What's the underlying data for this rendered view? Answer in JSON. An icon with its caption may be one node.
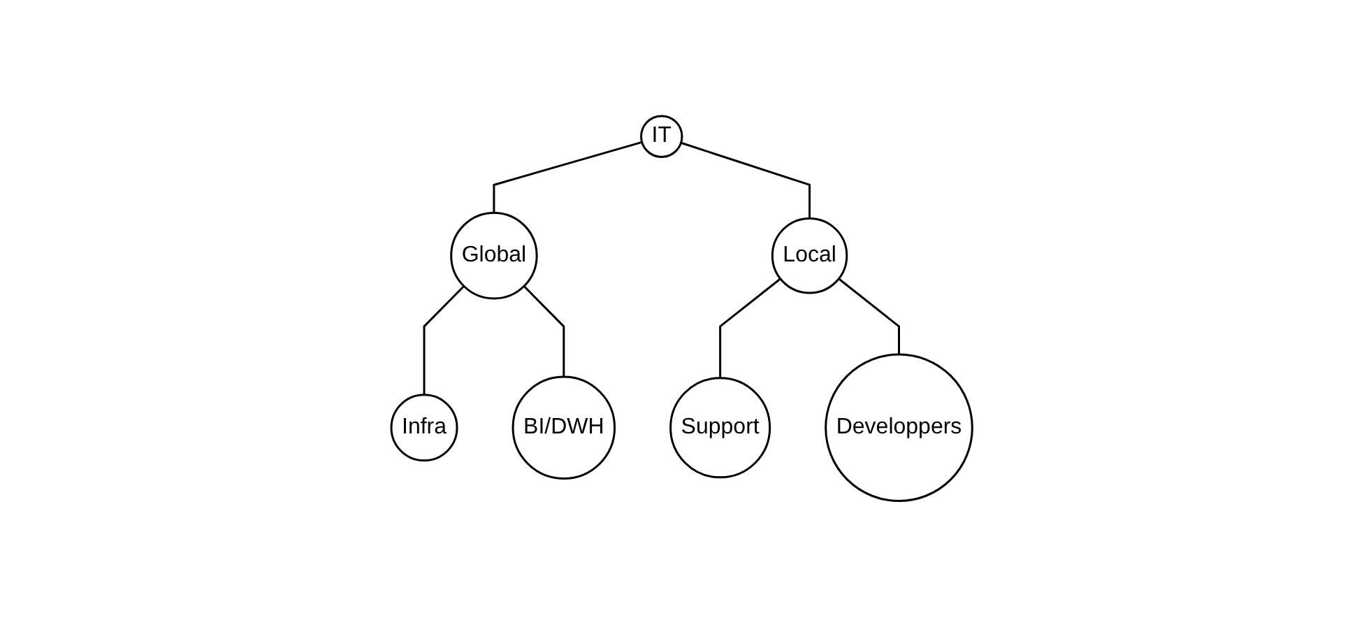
{
  "diagram": {
    "nodes": [
      {
        "text": [
          "IT"
        ]
      },
      {
        "text": [
          "Global"
        ]
      },
      {
        "text": [
          "Local"
        ]
      },
      {
        "text": [
          "Infra"
        ]
      },
      {
        "text": [
          "BI/DWH"
        ]
      },
      {
        "text": [
          "Support"
        ]
      },
      {
        "text": [
          "Developpers"
        ]
      }
    ],
    "edges": [
      {
        "from": 0,
        "to": 1,
        "arrow": "none"
      },
      {
        "from": 0,
        "to": 2,
        "arrow": "none"
      },
      {
        "from": 1,
        "to": 3,
        "arrow": "none"
      },
      {
        "from": 1,
        "to": 4,
        "arrow": "none"
      },
      {
        "from": 2,
        "to": 5,
        "arrow": "none"
      },
      {
        "from": 2,
        "to": 6,
        "arrow": "none"
      }
    ]
  }
}
